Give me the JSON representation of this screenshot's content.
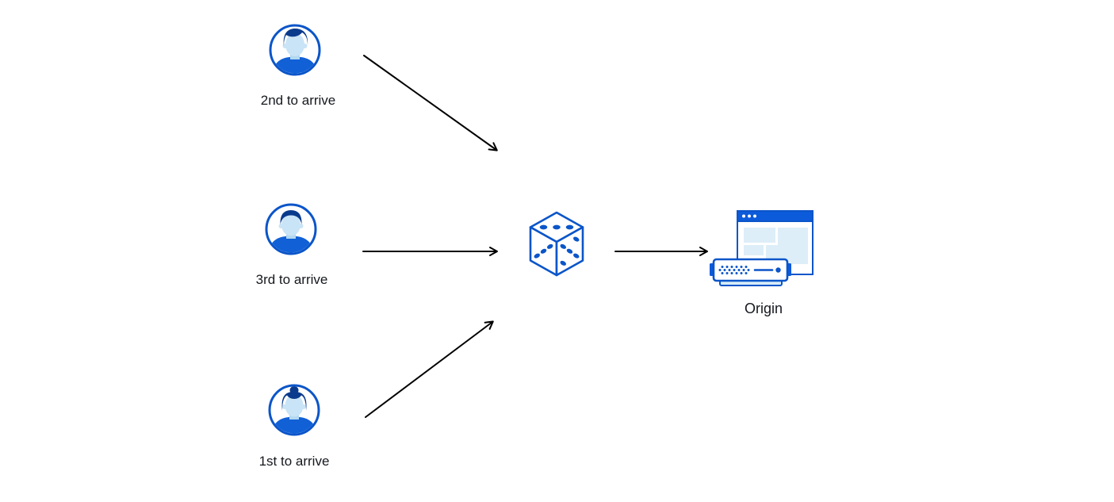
{
  "diagram": {
    "kind": "request-coalescing-flow",
    "nodes": [
      {
        "id": "visitor-2nd",
        "icon": "user-avatar-man-icon",
        "label": "2nd to arrive"
      },
      {
        "id": "visitor-3rd",
        "icon": "user-avatar-man-icon",
        "label": "3rd to arrive"
      },
      {
        "id": "visitor-1st",
        "icon": "user-avatar-woman-icon",
        "label": "1st to arrive"
      },
      {
        "id": "random-picker",
        "icon": "dice-icon",
        "label": ""
      },
      {
        "id": "origin",
        "icon": "origin-server-icon",
        "label": "Origin"
      }
    ],
    "edges": [
      {
        "from": "visitor-2nd",
        "to": "random-picker"
      },
      {
        "from": "visitor-3rd",
        "to": "random-picker"
      },
      {
        "from": "visitor-1st",
        "to": "random-picker"
      },
      {
        "from": "random-picker",
        "to": "origin"
      }
    ],
    "colors": {
      "primary_blue": "#0b55c9",
      "dark_navy_hair": "#0a3a8c",
      "face_light_blue": "#c9e4f6",
      "neck_shade_blue": "#b3d8f0",
      "shirt_blue": "#1160d6",
      "browser_bar_blue": "#0c5bdb",
      "panel_light_blue": "#ddeef8",
      "tray_light_blue": "#d6ecf8",
      "arrow_black": "#000000",
      "text_color": "#15181e",
      "background": "#ffffff"
    }
  }
}
